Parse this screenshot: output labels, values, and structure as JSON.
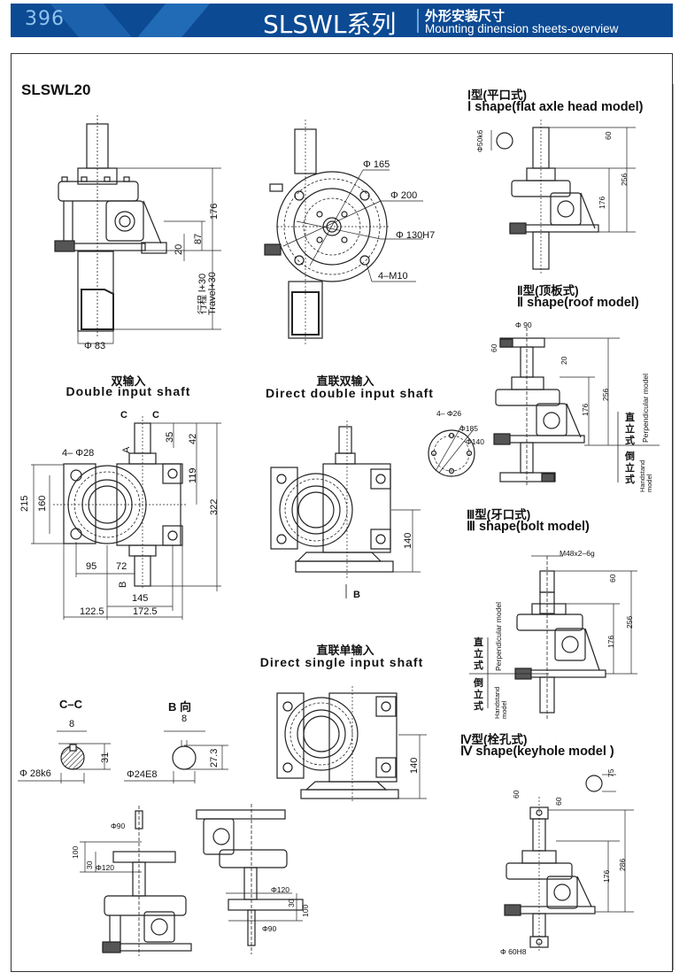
{
  "header": {
    "page_number": "396",
    "series_title": "SLSWL系列",
    "subtitle_cn": "外形安装尺寸",
    "subtitle_en": "Mounting dinension sheets-overview",
    "colors": {
      "bar": "#0c4a93",
      "page_number": "#8fc2ee",
      "text": "#ffffff"
    }
  },
  "model": "SLSWL20",
  "views": {
    "side_view": {
      "dims": {
        "h176": "176",
        "h87": "87",
        "h20": "20",
        "phi83": "Φ 83",
        "travel_cn": "行程 l+30",
        "travel_en": "Travel+30"
      }
    },
    "flange_view": {
      "dims": {
        "phi165": "Φ 165",
        "phi200": "Φ 200",
        "phi130": "Φ 130H7",
        "holes": "4–M10"
      }
    },
    "double_input": {
      "title_cn": "双输入",
      "title_en": "Double input shaft",
      "dims": {
        "c_left": "C",
        "c_right": "C",
        "a": "A",
        "b": "B",
        "holes": "4– Φ28",
        "d35": "35",
        "d42": "42",
        "d119": "119",
        "d322": "322",
        "d215": "215",
        "d160": "160",
        "d95": "95",
        "d72": "72",
        "d145": "145",
        "d122_5": "122.5",
        "d172_5": "172.5"
      }
    },
    "direct_double_input": {
      "title_cn": "直联双输入",
      "title_en": "Direct double input shaft",
      "dims": {
        "d140": "140",
        "b": "B"
      }
    },
    "direct_single_input": {
      "title_cn": "直联单输入",
      "title_en": "Direct single input shaft",
      "dims": {
        "d140": "140"
      }
    },
    "section_cc": {
      "title": "C–C",
      "dims": {
        "key": "8",
        "height": "31",
        "dia": "Φ 28k6"
      }
    },
    "view_b": {
      "title": "B 向",
      "dims": {
        "key": "8",
        "height": "27.3",
        "dia": "Φ24E8"
      }
    },
    "bottom_left": {
      "dims": {
        "phi90": "Φ90",
        "d100": "100",
        "d30": "30",
        "phi120": "Φ120"
      }
    },
    "bottom_right": {
      "dims": {
        "phi120": "Φ120",
        "d30": "30",
        "d100": "100",
        "phi90": "Φ90"
      }
    }
  },
  "shapes": [
    {
      "title_cn": "Ⅰ型(平口式)",
      "title_en": "Ⅰ shape(flat axle head model)",
      "dims": {
        "phi": "Φ50k6",
        "d60": "60",
        "d256": "256",
        "d176": "176"
      }
    },
    {
      "title_cn": "Ⅱ型(顶板式)",
      "title_en": "Ⅱ  shape(roof model)",
      "dims": {
        "phi90": "Φ 90",
        "d60": "60",
        "d20": "20",
        "d176": "176",
        "d256": "256",
        "holes": "4– Φ26",
        "phi185": "Φ185",
        "phi140": "Φ140",
        "perp_cn": "直立式",
        "perp_en": "Perpendicular model",
        "hand_cn": "倒立式",
        "hand_en": "Handstand model"
      }
    },
    {
      "title_cn": "Ⅲ型(牙口式)",
      "title_en": "Ⅲ shape(bolt model)",
      "dims": {
        "thread": "M48x2–6g",
        "d60": "60",
        "d256": "256",
        "d176": "176",
        "perp_cn": "直立式",
        "perp_en": "Perpendicular model",
        "hand_cn": "倒立式",
        "hand_en": "Handstand model"
      }
    },
    {
      "title_cn": "Ⅳ型(栓孔式)",
      "title_en": "Ⅳ  shape(keyhole model )",
      "dims": {
        "d75": "75",
        "d60a": "60",
        "d60b": "60",
        "d176": "176",
        "d286": "286",
        "phi": "Φ 60H8"
      }
    }
  ]
}
